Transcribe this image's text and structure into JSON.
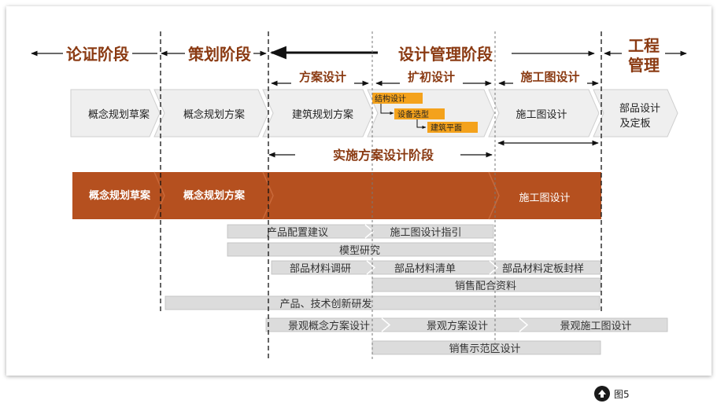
{
  "colors": {
    "stage_text": "#8a3a12",
    "substage_text": "#8a3a12",
    "orange_bar": "#b5501f",
    "orange_bar_text": "#ffffff",
    "callout_orange": "#f4a21c",
    "gray_chevron": "#efefef",
    "gray_bar": "#dcdcdc"
  },
  "stages": {
    "lunzheng": "论证阶段",
    "cehua": "策划阶段",
    "sheji_guanli": "设计管理阶段",
    "gongcheng_line1": "工程",
    "gongcheng_line2": "管理"
  },
  "substages": {
    "fangan": "方案设计",
    "kuochu": "扩初设计",
    "shigongtu": "施工图设计"
  },
  "chevrons": [
    "概念规划草案",
    "概念规划方案",
    "建筑规划方案",
    "",
    "施工图设计",
    "部品设计",
    "及定板"
  ],
  "kuochu_steps": [
    "结构设计",
    "设备选型",
    "建筑平面"
  ],
  "implementation_phase": "实施方案设计阶段",
  "orange_bar": {
    "seg1": "概念规划草案",
    "seg2": "概念规划方案",
    "seg3": "施工图设计"
  },
  "tasks": {
    "product_config": "产品配置建议",
    "shigongtu_guide": "施工图设计指引",
    "model_study": "模型研究",
    "material_research": "部品材料调研",
    "material_list": "部品材料清单",
    "material_final": "部品材料定板封样",
    "sales_material": "销售配合资料",
    "innovation": "产品、技术创新研发",
    "landscape_concept": "景观概念方案设计",
    "landscape_scheme": "景观方案设计",
    "landscape_construction": "景观施工图设计",
    "sales_demo": "销售示范区设计"
  },
  "figure_label": "图5"
}
